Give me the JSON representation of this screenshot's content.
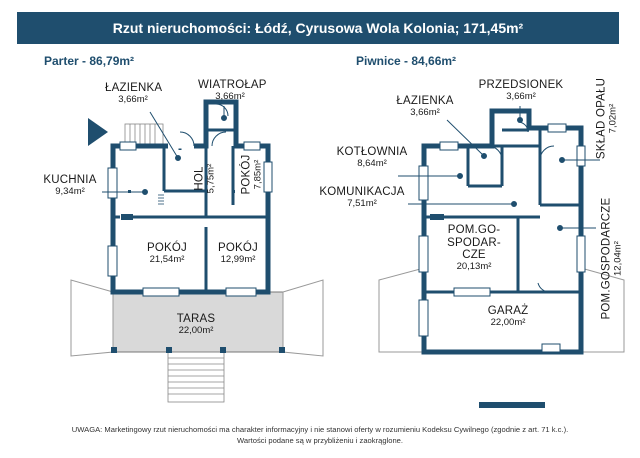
{
  "title": "Rzut nieruchomości: Łódź, Cyrusowa Wola Kolonia; 171,45m²",
  "ground": {
    "label": "Parter - 86,79m²",
    "rooms": {
      "lazienka": {
        "name": "ŁAZIENKA",
        "area": "3,66m²"
      },
      "wiatrolap": {
        "name": "WIATROŁAP",
        "area": "3,66m²"
      },
      "kuchnia": {
        "name": "KUCHNIA",
        "area": "9,34m²"
      },
      "hol": {
        "name": "HOL",
        "area": "5,75m²"
      },
      "pokoj_small": {
        "name": "POKÓJ",
        "area": "7,85m²"
      },
      "pokoj_large": {
        "name": "POKÓJ",
        "area": "21,54m²"
      },
      "pokoj_mid": {
        "name": "POKÓJ",
        "area": "12,99m²"
      },
      "taras": {
        "name": "TARAS",
        "area": "22,00m²"
      }
    }
  },
  "basement": {
    "label": "Piwnice - 84,66m²",
    "rooms": {
      "lazienka": {
        "name": "ŁAZIENKA",
        "area": "3,66m²"
      },
      "przedsionek": {
        "name": "PRZEDSIONEK",
        "area": "3,66m²"
      },
      "sklad": {
        "name": "SKŁAD OPAŁU",
        "area": "7,02m²"
      },
      "kotlownia": {
        "name": "KOTŁOWNIA",
        "area": "8,64m²"
      },
      "komunikacja": {
        "name": "KOMUNIKACJA",
        "area": "7,51m²"
      },
      "pomgos": {
        "name_l1": "POM.GO-",
        "name_l2": "SPODAR-",
        "name_l3": "CZE",
        "area": "20,13m²"
      },
      "pomgos_right": {
        "name": "POM.GOSPODARCZE",
        "area": "12,04m²"
      },
      "garaz": {
        "name": "GARAŻ",
        "area": "22,00m²"
      }
    }
  },
  "note": {
    "line1": "UWAGA: Marketingowy rzut nieruchomości ma charakter informacyjny i nie stanowi oferty w rozumieniu Kodeksu Cywilnego (zgodnie z art. 71 k.c.).",
    "line2": "Wartości podane są w przybliżeniu i zaokrąglone."
  },
  "colors": {
    "wall": "#1f4e6e",
    "terrace": "#d9d9d9",
    "window": "#ffffff",
    "title_bg": "#1f4e6e"
  }
}
